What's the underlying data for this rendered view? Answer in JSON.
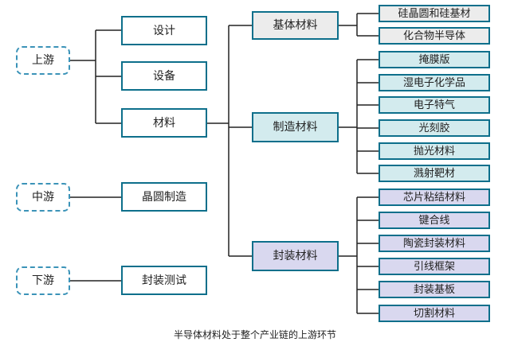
{
  "stages": [
    {
      "label": "上游"
    },
    {
      "label": "中游"
    },
    {
      "label": "下游"
    }
  ],
  "level1": [
    {
      "label": "设计"
    },
    {
      "label": "设备"
    },
    {
      "label": "材料"
    },
    {
      "label": "晶圆制造"
    },
    {
      "label": "封装测试"
    }
  ],
  "categories": [
    {
      "label": "基体材料"
    },
    {
      "label": "制造材料"
    },
    {
      "label": "封装材料"
    }
  ],
  "base_items": [
    {
      "label": "硅晶圆和硅基材"
    },
    {
      "label": "化合物半导体"
    }
  ],
  "mfg_items": [
    {
      "label": "掩膜版"
    },
    {
      "label": "湿电子化学品"
    },
    {
      "label": "电子特气"
    },
    {
      "label": "光刻胶"
    },
    {
      "label": "抛光材料"
    },
    {
      "label": "溅射靶材"
    }
  ],
  "pkg_items": [
    {
      "label": "芯片粘结材料"
    },
    {
      "label": "键合线"
    },
    {
      "label": "陶瓷封装材料"
    },
    {
      "label": "引线框架"
    },
    {
      "label": "封装基板"
    },
    {
      "label": "切割材料"
    }
  ],
  "caption": "半导体材料处于整个产业链的上游环节",
  "colors": {
    "border": "#0d6f8b",
    "stage_border": "#3b93b8",
    "base_fill": "#ececec",
    "mfg_fill": "#d3ebee",
    "pkg_fill": "#d9d8ef"
  }
}
